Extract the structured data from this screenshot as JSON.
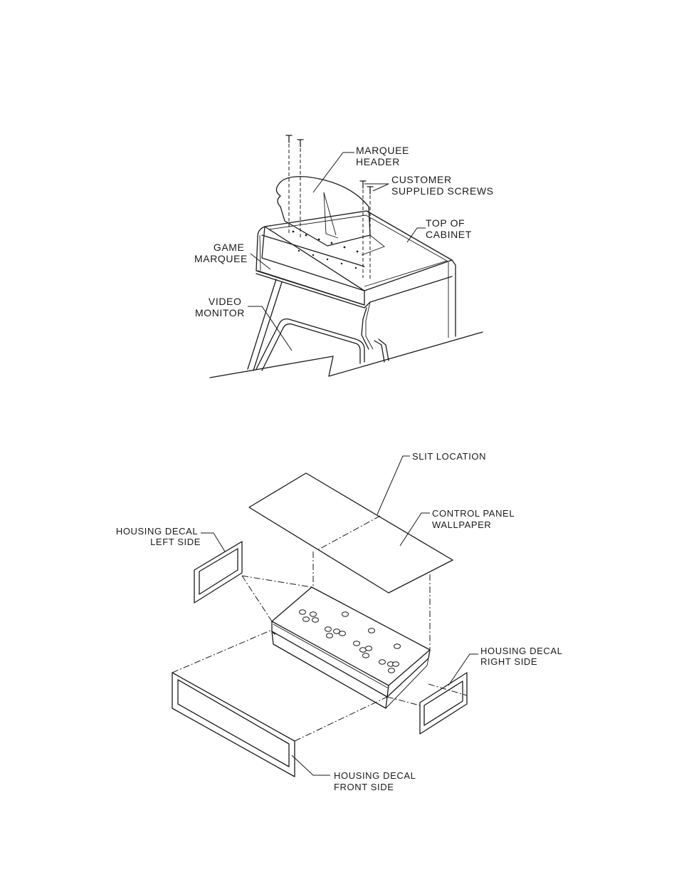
{
  "labels": {
    "marquee_header": [
      "MARQUEE",
      "HEADER"
    ],
    "customer_screws": [
      "CUSTOMER",
      "SUPPLIED SCREWS"
    ],
    "top_of_cabinet": [
      "TOP OF",
      "CABINET"
    ],
    "game_marquee": [
      "GAME",
      "MARQUEE"
    ],
    "video_monitor": [
      "VIDEO",
      "MONITOR"
    ],
    "slit_location": [
      "SLIT LOCATION"
    ],
    "control_panel_wallpaper": [
      "CONTROL PANEL",
      "WALLPAPER"
    ],
    "housing_decal_left": [
      "HOUSING DECAL",
      "LEFT SIDE"
    ],
    "housing_decal_right": [
      "HOUSING DECAL",
      "RIGHT SIDE"
    ],
    "housing_decal_front": [
      "HOUSING DECAL",
      "FRONT SIDE"
    ]
  },
  "icons": {
    "screw": "screw-icon",
    "button": "button-hole-icon"
  }
}
